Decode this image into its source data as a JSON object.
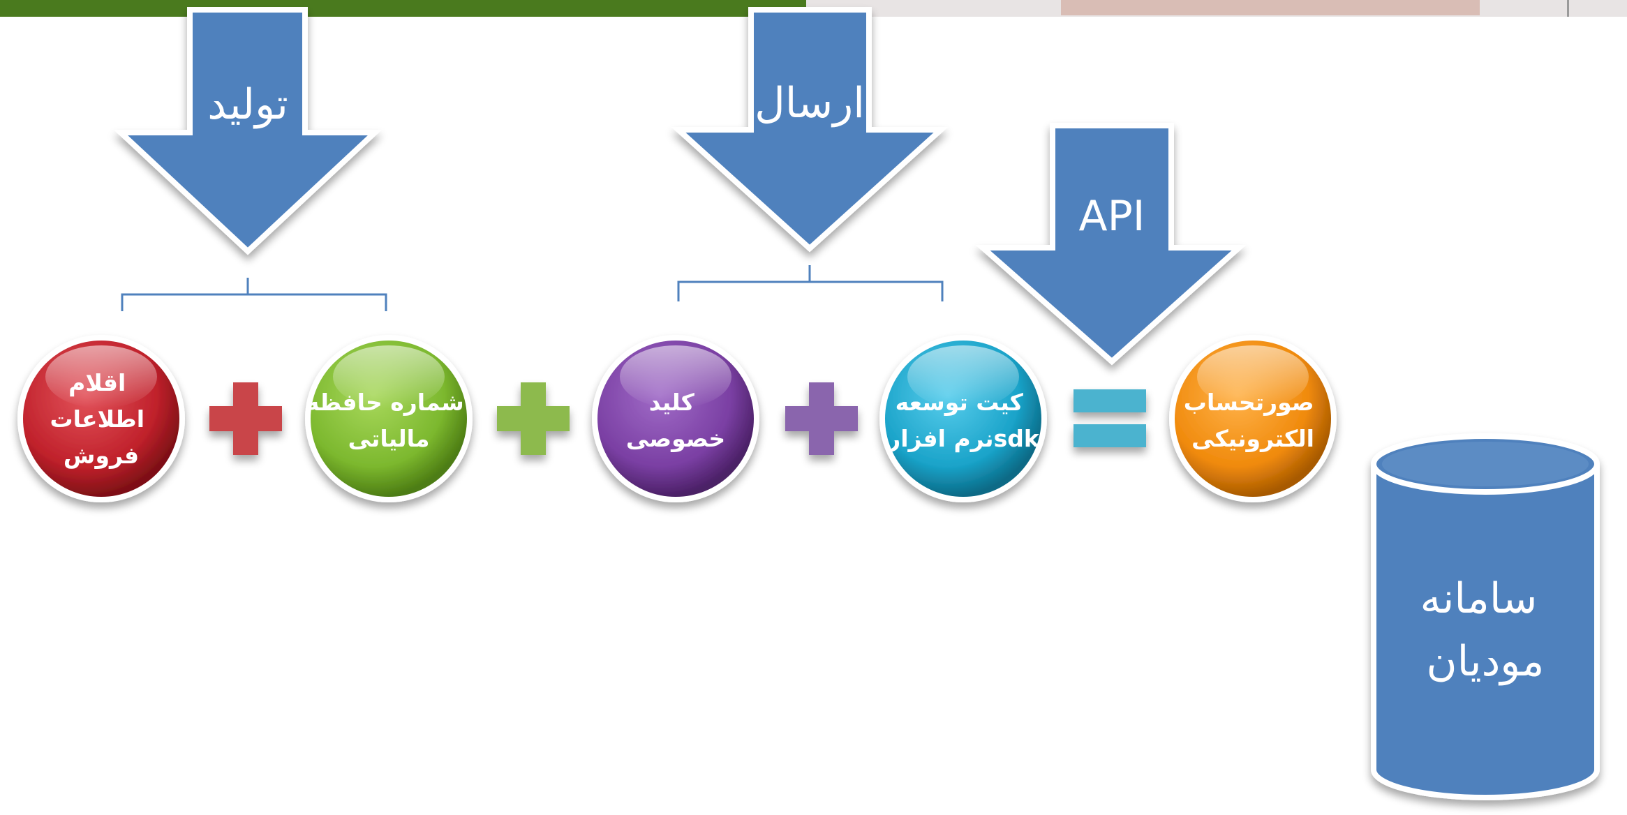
{
  "arrows": {
    "produce": "تولید",
    "send": "ارسال",
    "api": "API"
  },
  "nodes": {
    "sales_items": {
      "lines": [
        "اقلام",
        "اطلاعات",
        "فروش"
      ],
      "color": "#c0212b"
    },
    "tax_memory_id": {
      "lines": [
        "شماره حافظه",
        "مالیاتی"
      ],
      "color": "#7cb82e"
    },
    "private_key": {
      "lines": [
        "کلید",
        "خصوصی"
      ],
      "color": "#7a3fa3"
    },
    "sdk": {
      "lines": [
        "کیت توسعه",
        "نرم افزارsdk"
      ],
      "color": "#1aa3c9"
    },
    "e_invoice": {
      "lines": [
        "صورتحساب",
        "الکترونیکی"
      ],
      "color": "#f08a0c"
    }
  },
  "operators": {
    "plus1_color": "#c9454a",
    "plus2_color": "#8dba4e",
    "plus3_color": "#8a65ad",
    "equals_color": "#4bb3cf"
  },
  "taxpayer_system": {
    "lines": [
      "سامانه",
      "مودیان"
    ],
    "color": "#4f81bd"
  },
  "colors": {
    "arrow_fill": "#4f81bd",
    "bracket": "#4f81bd",
    "top_bar": "#4a7a1e"
  }
}
